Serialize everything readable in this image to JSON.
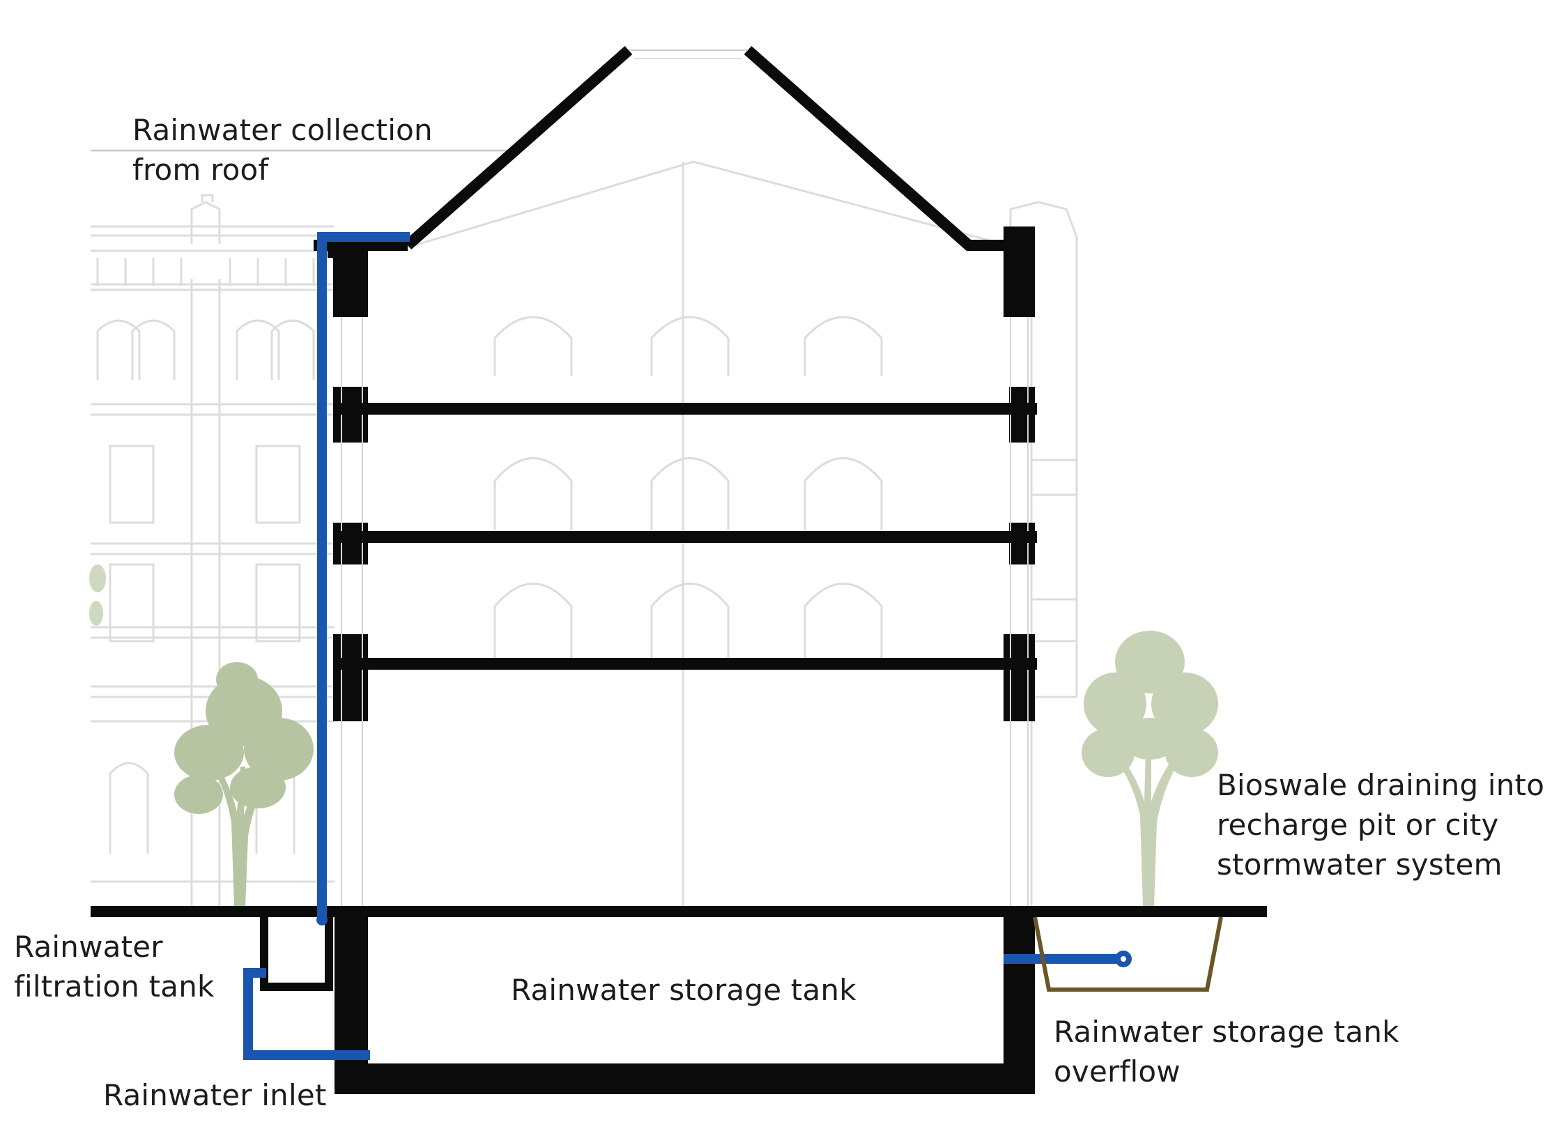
{
  "labels": {
    "roof_collection": [
      "Rainwater collection",
      "from roof"
    ],
    "filtration_tank": [
      "Rainwater",
      "filtration tank"
    ],
    "inlet": [
      "Rainwater inlet"
    ],
    "storage_tank": [
      "Rainwater storage tank"
    ],
    "overflow": [
      "Rainwater storage tank",
      "overflow"
    ],
    "bioswale": [
      "Bioswale draining into",
      "recharge pit or city",
      "stormwater system"
    ]
  },
  "colors": {
    "structure": "#0b0b0b",
    "pipe": "#1a56b0",
    "ghost_facade": "#d9d9d9",
    "tree": "#b7c4a2",
    "bioswale_outline": "#6b5426"
  }
}
